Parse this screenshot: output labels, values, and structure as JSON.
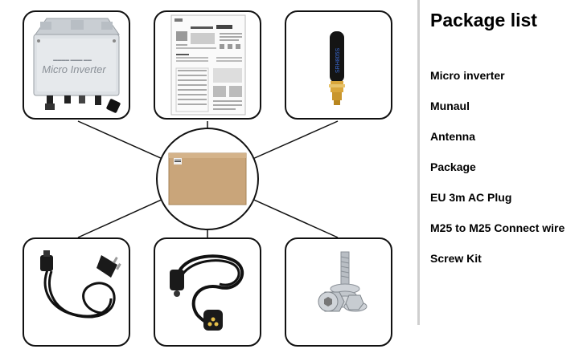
{
  "panel": {
    "title": "Package list",
    "items": [
      "Micro inverter",
      "Munaul",
      "Antenna",
      "Package",
      "EU 3m AC Plug",
      "M25 to M25 Connect wire",
      "Screw Kit"
    ]
  },
  "products": {
    "inverter_label": "Micro Inverter",
    "antenna_label": "SRH805S"
  },
  "colors": {
    "line": "#111111",
    "divider": "#cfcfcf",
    "inverter_body": "#d9dde1",
    "carton": "#c9a57a",
    "antenna_gold": "#d9a63b"
  }
}
